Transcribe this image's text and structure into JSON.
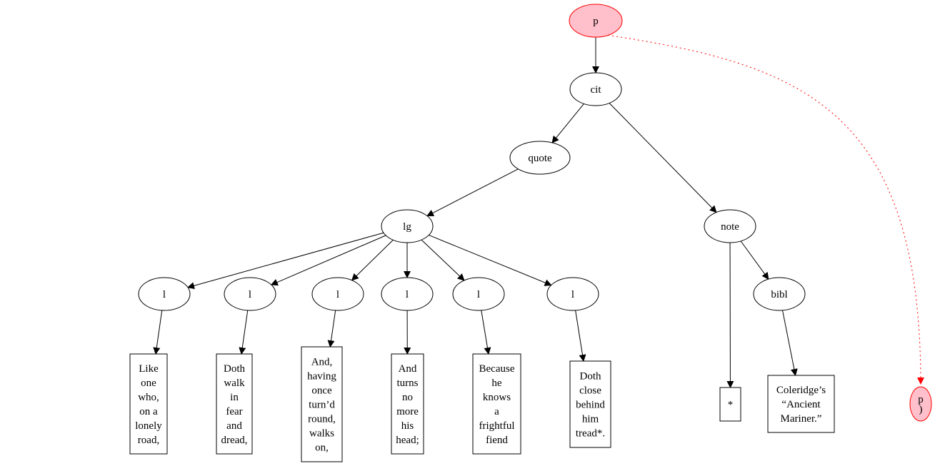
{
  "nodes": {
    "p_root": {
      "label": "p",
      "kind": "ellipse",
      "style": "highlight"
    },
    "cit": {
      "label": "cit",
      "kind": "ellipse"
    },
    "quote": {
      "label": "quote",
      "kind": "ellipse"
    },
    "lg": {
      "label": "lg",
      "kind": "ellipse"
    },
    "note": {
      "label": "note",
      "kind": "ellipse"
    },
    "bibl": {
      "label": "bibl",
      "kind": "ellipse"
    },
    "l1": {
      "label": "l",
      "kind": "ellipse"
    },
    "l2": {
      "label": "l",
      "kind": "ellipse"
    },
    "l3": {
      "label": "l",
      "kind": "ellipse"
    },
    "l4": {
      "label": "l",
      "kind": "ellipse"
    },
    "l5": {
      "label": "l",
      "kind": "ellipse"
    },
    "l6": {
      "label": "l",
      "kind": "ellipse"
    },
    "t1": {
      "lines": [
        "Like",
        "one",
        "who,",
        "on a",
        "lonely",
        "road,"
      ],
      "kind": "box"
    },
    "t2": {
      "lines": [
        "Doth",
        "walk",
        "in",
        "fear",
        "and",
        "dread,"
      ],
      "kind": "box"
    },
    "t3": {
      "lines": [
        "And,",
        "having",
        "once",
        "turn’d",
        "round,",
        "walks",
        "on,"
      ],
      "kind": "box"
    },
    "t4": {
      "lines": [
        "And",
        "turns",
        "no",
        "more",
        "his",
        "head;"
      ],
      "kind": "box"
    },
    "t5": {
      "lines": [
        "Because",
        "he",
        "knows",
        "a",
        "frightful",
        "fiend"
      ],
      "kind": "box"
    },
    "t6": {
      "lines": [
        "Doth",
        "close",
        "behind",
        "him",
        "tread*."
      ],
      "kind": "box"
    },
    "tstar": {
      "lines": [
        "*"
      ],
      "kind": "box"
    },
    "tbibl": {
      "lines": [
        "Coleridge’s",
        "“Ancient",
        "Mariner.”"
      ],
      "kind": "box"
    },
    "p_end": {
      "lines": [
        "p",
        ")"
      ],
      "kind": "ellipse",
      "style": "highlight"
    }
  },
  "edges": [
    {
      "from": "p_root",
      "to": "cit"
    },
    {
      "from": "cit",
      "to": "quote"
    },
    {
      "from": "cit",
      "to": "note"
    },
    {
      "from": "quote",
      "to": "lg"
    },
    {
      "from": "lg",
      "to": "l1"
    },
    {
      "from": "lg",
      "to": "l2"
    },
    {
      "from": "lg",
      "to": "l3"
    },
    {
      "from": "lg",
      "to": "l4"
    },
    {
      "from": "lg",
      "to": "l5"
    },
    {
      "from": "lg",
      "to": "l6"
    },
    {
      "from": "l1",
      "to": "t1"
    },
    {
      "from": "l2",
      "to": "t2"
    },
    {
      "from": "l3",
      "to": "t3"
    },
    {
      "from": "l4",
      "to": "t4"
    },
    {
      "from": "l5",
      "to": "t5"
    },
    {
      "from": "l6",
      "to": "t6"
    },
    {
      "from": "note",
      "to": "tstar"
    },
    {
      "from": "note",
      "to": "bibl"
    },
    {
      "from": "bibl",
      "to": "tbibl"
    },
    {
      "from": "p_root",
      "to": "p_end",
      "style": "dotted"
    }
  ],
  "colors": {
    "highlight_fill": "#ffc0cb",
    "highlight_stroke": "#ff0000",
    "default_stroke": "#000000",
    "dotted_edge": "#ff0000"
  }
}
